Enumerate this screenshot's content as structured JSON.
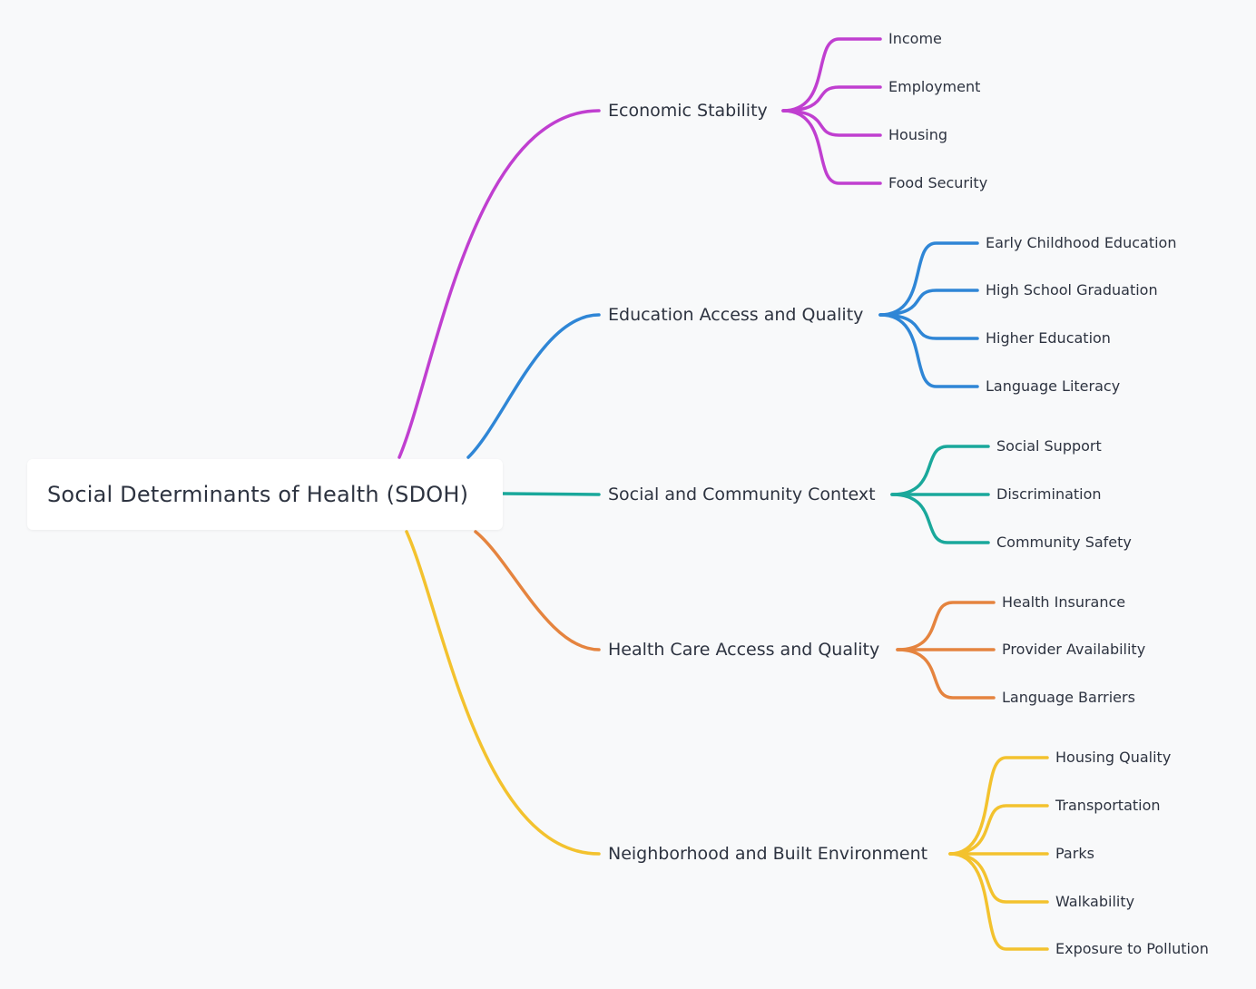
{
  "root": {
    "label": "Social Determinants of Health (SDOH)"
  },
  "branches": [
    {
      "label": "Economic Stability",
      "color": "#c03fd0",
      "children": [
        "Income",
        "Employment",
        "Housing",
        "Food Security"
      ]
    },
    {
      "label": "Education Access and Quality",
      "color": "#2f86d6",
      "children": [
        "Early Childhood Education",
        "High School Graduation",
        "Higher Education",
        "Language Literacy"
      ]
    },
    {
      "label": "Social and Community Context",
      "color": "#1aa89b",
      "children": [
        "Social Support",
        "Discrimination",
        "Community Safety"
      ]
    },
    {
      "label": "Health Care Access and Quality",
      "color": "#e5843f",
      "children": [
        "Health Insurance",
        "Provider Availability",
        "Language Barriers"
      ]
    },
    {
      "label": "Neighborhood and Built Environment",
      "color": "#f3c22e",
      "children": [
        "Housing Quality",
        "Transportation",
        "Parks",
        "Walkability",
        "Exposure to Pollution"
      ]
    }
  ]
}
